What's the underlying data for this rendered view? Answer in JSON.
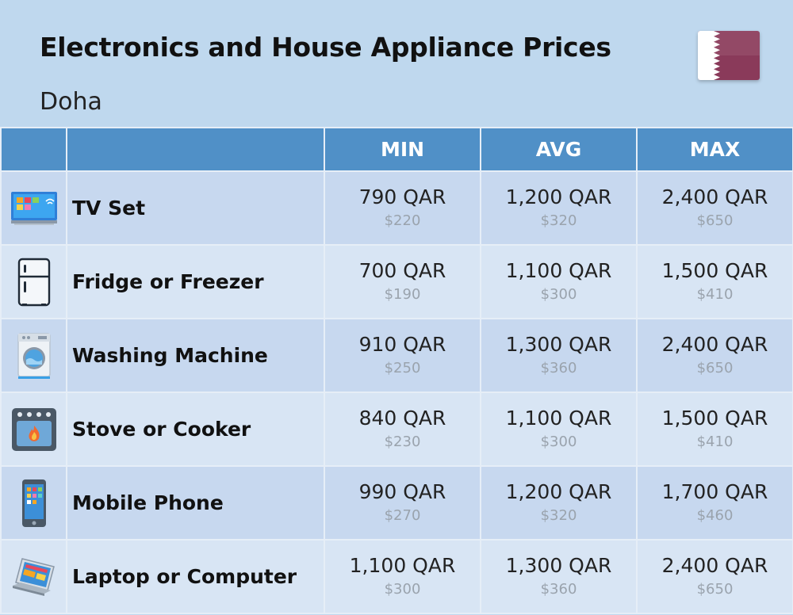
{
  "header": {
    "title": "Electronics and House Appliance Prices",
    "subtitle": "Doha",
    "flag_icon": "qatar-flag-icon"
  },
  "colors": {
    "background": "#bfd8ee",
    "header_row": "#5090c7",
    "row_odd": "#c7d8ef",
    "row_even": "#d8e5f4",
    "flag_maroon": "#8a3a5a"
  },
  "table": {
    "columns": [
      "",
      "",
      "MIN",
      "AVG",
      "MAX"
    ],
    "rows": [
      {
        "name": "TV Set",
        "icon": "tv-icon",
        "min": "790 QAR",
        "min_usd": "$220",
        "avg": "1,200 QAR",
        "avg_usd": "$320",
        "max": "2,400 QAR",
        "max_usd": "$650"
      },
      {
        "name": "Fridge or Freezer",
        "icon": "fridge-icon",
        "min": "700 QAR",
        "min_usd": "$190",
        "avg": "1,100 QAR",
        "avg_usd": "$300",
        "max": "1,500 QAR",
        "max_usd": "$410"
      },
      {
        "name": "Washing Machine",
        "icon": "washing-machine-icon",
        "min": "910 QAR",
        "min_usd": "$250",
        "avg": "1,300 QAR",
        "avg_usd": "$360",
        "max": "2,400 QAR",
        "max_usd": "$650"
      },
      {
        "name": "Stove or Cooker",
        "icon": "stove-icon",
        "min": "840 QAR",
        "min_usd": "$230",
        "avg": "1,100 QAR",
        "avg_usd": "$300",
        "max": "1,500 QAR",
        "max_usd": "$410"
      },
      {
        "name": "Mobile Phone",
        "icon": "mobile-phone-icon",
        "min": "990 QAR",
        "min_usd": "$270",
        "avg": "1,200 QAR",
        "avg_usd": "$320",
        "max": "1,700 QAR",
        "max_usd": "$460"
      },
      {
        "name": "Laptop or Computer",
        "icon": "laptop-icon",
        "min": "1,100 QAR",
        "min_usd": "$300",
        "avg": "1,300 QAR",
        "avg_usd": "$360",
        "max": "2,400 QAR",
        "max_usd": "$650"
      }
    ]
  }
}
